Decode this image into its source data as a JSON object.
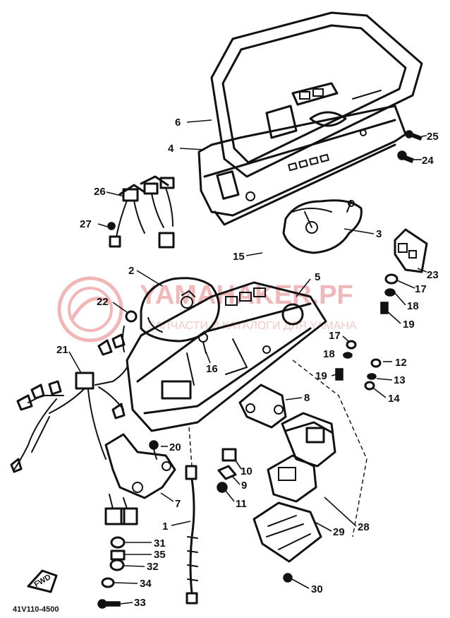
{
  "diagram_code": "41V110-4500",
  "fwd_mark": "FWD",
  "watermark": {
    "brand": "YAMAHAKER.PF",
    "tagline": "ЗАПЧАСТИ И КАТАЛОГИ ДЛЯ YAMAHA",
    "color": "#e88a8a"
  },
  "callouts": {
    "c1": "1",
    "c2": "2",
    "c3": "3",
    "c4": "4",
    "c5": "5",
    "c6": "6",
    "c7": "7",
    "c8": "8",
    "c9": "9",
    "c10": "10",
    "c11": "11",
    "c12": "12",
    "c13": "13",
    "c14": "14",
    "c15": "15",
    "c16": "16",
    "c17a": "17",
    "c17b": "17",
    "c18a": "18",
    "c18b": "18",
    "c19a": "19",
    "c19b": "19",
    "c20": "20",
    "c21": "21",
    "c22": "22",
    "c23": "23",
    "c24": "24",
    "c25": "25",
    "c26": "26",
    "c27": "27",
    "c28": "28",
    "c29": "29",
    "c30": "30",
    "c31": "31",
    "c32": "32",
    "c33": "33",
    "c34": "34",
    "c35": "35"
  }
}
